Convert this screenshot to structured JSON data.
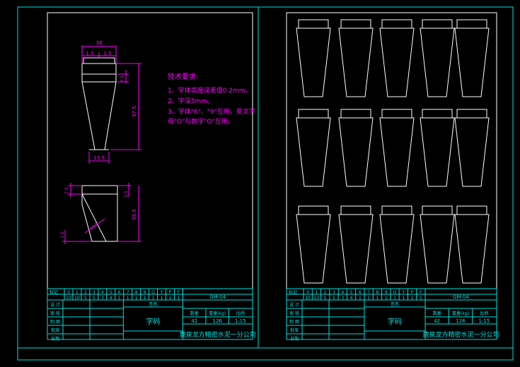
{
  "tech": {
    "heading": "技术要求:",
    "line1": "1、字体高度误差值0.2mm。",
    "line2": "2、字深5mm。",
    "line3": "3、字体\"6\"、\"9\"互用，英文字",
    "line4": "母\"O\"与数字\"O\"互用。"
  },
  "dims": {
    "top_width": "38",
    "half_left": "1.5",
    "half_right": "1.5",
    "cap_height": "2.5",
    "body_height": "57.5",
    "bottom_width": "13.5",
    "side_top": "7.5",
    "side_right": "1.5",
    "side_height": "58.5",
    "slant": "14.5",
    "side_bottom": "1.5"
  },
  "title_block": {
    "drawing_no": "GM-04",
    "part_name": "字码",
    "qty_label": "数量",
    "weight_label": "重量(kg)",
    "scale_label": "比例",
    "quantity": "42",
    "weight": "126",
    "scale": "1:15",
    "company": "鹿泉龙方精密水泥一分公司",
    "design_label": "设 计",
    "check_label": "审 核",
    "draw_label": "制 图",
    "approve_label": "批准",
    "date_label": "日期",
    "sig_label": "签名",
    "rev_header": "标记",
    "char_row": [
      "0",
      "1",
      "2",
      "3",
      "4",
      "5",
      "6",
      "7",
      "8",
      "9",
      "O",
      "Y",
      "P",
      "F"
    ],
    "char_count_row": [
      "10",
      "10",
      "5",
      "5",
      "3",
      "4",
      "1",
      "1",
      "1",
      "1",
      "1",
      "1",
      "1",
      "1"
    ]
  }
}
